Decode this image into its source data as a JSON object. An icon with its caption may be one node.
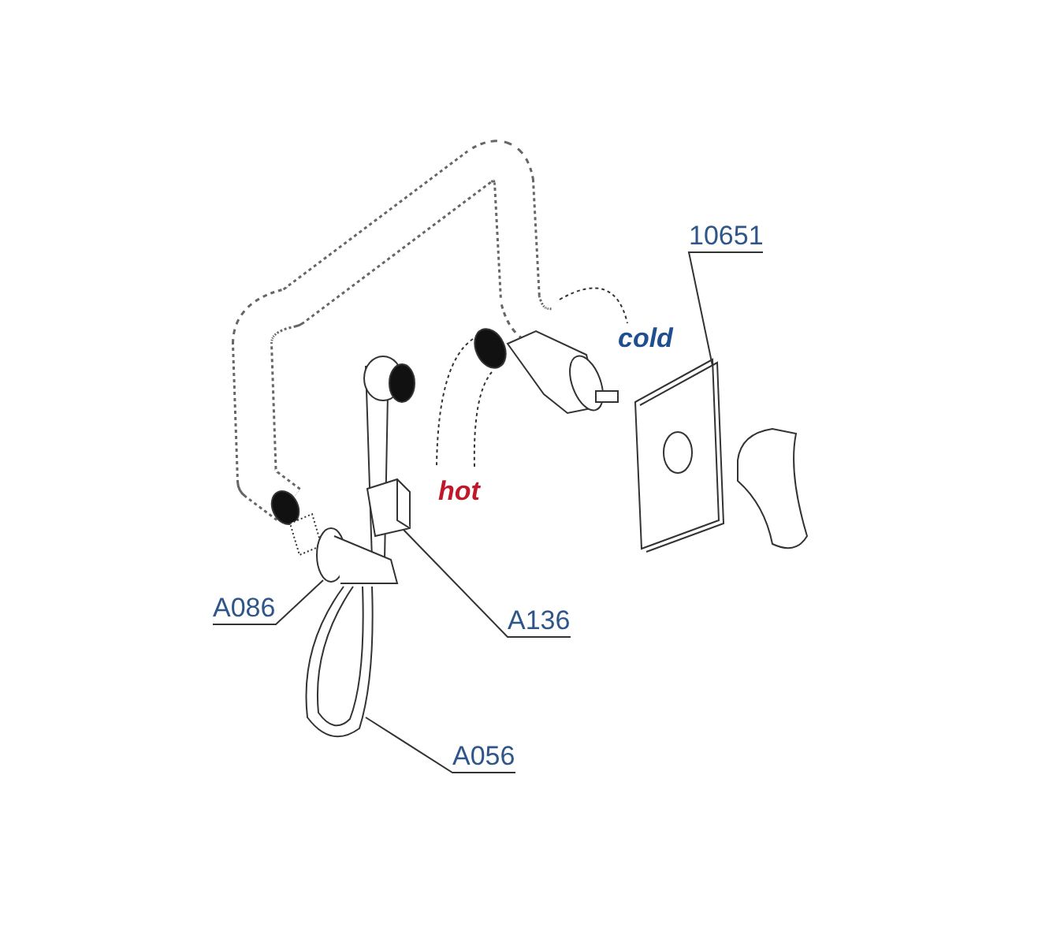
{
  "diagram": {
    "nodes": [
      {
        "text": [
          "10651"
        ]
      },
      {
        "text": [],
        "shape": "picture"
      },
      {
        "text": [
          "A136"
        ]
      },
      {
        "text": [],
        "shape": "picture"
      },
      {
        "text": [
          "A086"
        ]
      },
      {
        "text": [],
        "shape": "picture"
      },
      {
        "text": [
          "A056"
        ]
      },
      {
        "text": [],
        "shape": "picture"
      }
    ],
    "edges": [
      {
        "from": 0,
        "to": 1,
        "arrow": "none"
      },
      {
        "from": 2,
        "to": 3,
        "arrow": "none"
      },
      {
        "from": 4,
        "to": 5,
        "arrow": "none"
      },
      {
        "from": 6,
        "to": 7,
        "arrow": "none"
      }
    ],
    "labels": [
      "cold",
      "hot"
    ]
  }
}
